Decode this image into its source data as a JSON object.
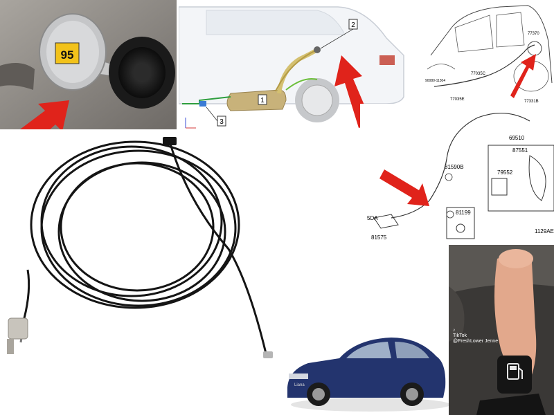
{
  "fuel_photo": {
    "octane_label": "95"
  },
  "fuel_system_diagram": {
    "callouts": [
      "2",
      "1",
      "3"
    ]
  },
  "suv_diagram": {
    "part_numbers": [
      "77370",
      "77035C",
      "77035E",
      "77331B",
      "90080-11304"
    ]
  },
  "parts_diagram": {
    "part_numbers": [
      "69510",
      "87551",
      "81590B",
      "79552",
      "81199",
      "1129AE",
      "5DA",
      "81575"
    ]
  },
  "car_photo": {
    "badge": "Liana"
  },
  "hand_photo": {
    "watermark": [
      "TikTok",
      "@FreshLower Jenne"
    ]
  },
  "colors": {
    "arrow": "#e0231b",
    "cable": "#151515",
    "car_body": "#23346e",
    "fuel_tank": "#c8b27a",
    "octane_sticker": "#f2c21a"
  },
  "icons": [
    "red-arrow-icon",
    "fuel-pump-icon",
    "tiktok-icon"
  ]
}
